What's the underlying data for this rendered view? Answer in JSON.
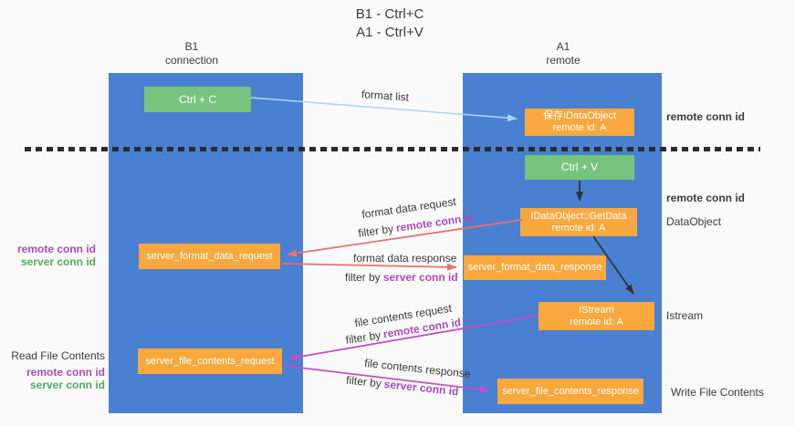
{
  "title": {
    "line1": "B1 - Ctrl+C",
    "line2": "A1 - Ctrl+V"
  },
  "lanes": {
    "left": {
      "name": "B1",
      "role": "connection"
    },
    "right": {
      "name": "A1",
      "role": "remote"
    }
  },
  "nodes": {
    "ctrl_c": {
      "label": "Ctrl + C"
    },
    "ctrl_v": {
      "label": "Ctrl + V"
    },
    "save_dataobject": {
      "line1": "保存IDataObject",
      "line2": "remote id: A"
    },
    "getdata": {
      "line1": "IDataObject::GetData",
      "line2": "remote id: A"
    },
    "istream": {
      "line1": "IStream",
      "line2": "remote id: A"
    },
    "server_format_data_request": {
      "label": "server_format_data_request"
    },
    "server_format_data_response": {
      "label": "server_format_data_response"
    },
    "server_file_contents_request": {
      "label": "server_file_contents_request"
    },
    "server_file_contents_response": {
      "label": "server_file_contents_response"
    }
  },
  "edge_labels": {
    "format_list": "format list",
    "format_data_request": "format data request",
    "format_data_response": "format data response",
    "file_contents_request": "file contents request",
    "file_contents_response": "file contents response",
    "filter_by": "filter by",
    "remote_conn_id": "remote conn id",
    "server_conn_id": "server conn id"
  },
  "side_labels": {
    "right_top_remote_conn_id": "remote conn id",
    "right_mid_remote_conn_id": "remote conn id",
    "right_dataobject": "DataObject",
    "right_istream": "Istream",
    "right_write_file_contents": "Write File Contents",
    "left_remote_conn_id_1": "remote conn id",
    "left_server_conn_id_1": "server conn id",
    "left_read_file_contents": "Read File Contents",
    "left_remote_conn_id_2": "remote conn id",
    "left_server_conn_id_2": "server conn id"
  },
  "colors": {
    "lane_blue": "#4a80d2",
    "node_green": "#77c47d",
    "node_orange": "#f8a83c",
    "arrow_salmon": "#e8716d",
    "arrow_magenta": "#c44ec4",
    "arrow_lightblue": "#a9d6f2",
    "arrow_black": "#333333",
    "label_purple": "#ab4bb5",
    "label_green": "#55ab5a",
    "divider_black": "#2b2b2b"
  }
}
